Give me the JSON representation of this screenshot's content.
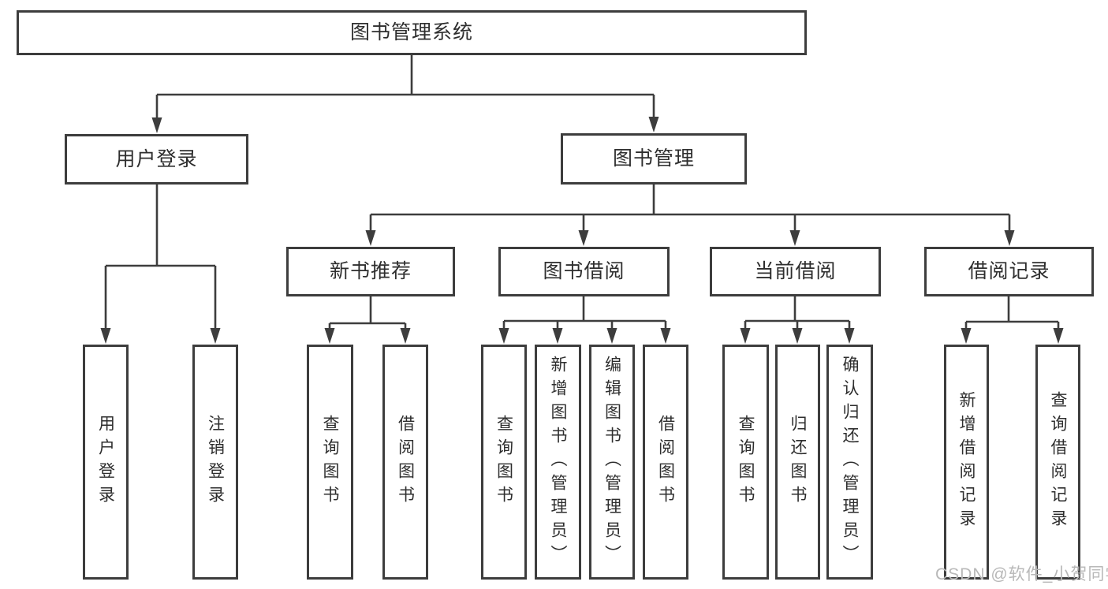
{
  "page": {
    "background": "#ffffff",
    "line_color": "#3d3d3d",
    "text_color": "#2e2e2e"
  },
  "watermark": {
    "text": "CSDN @软件_小贺同学",
    "color": "#b8b8b8"
  },
  "tree": {
    "root": {
      "label": "图书管理系统"
    },
    "level2": [
      {
        "label": "用户登录"
      },
      {
        "label": "图书管理"
      }
    ],
    "level3": [
      {
        "label": "新书推荐"
      },
      {
        "label": "图书借阅"
      },
      {
        "label": "当前借阅"
      },
      {
        "label": "借阅记录"
      }
    ],
    "leaves": {
      "user_login": [
        "用户登录",
        "注销登录"
      ],
      "new_books": [
        "查询图书",
        "借阅图书"
      ],
      "book_borrow": [
        "查询图书",
        "新增图书（管理员）",
        "编辑图书（管理员）",
        "借阅图书"
      ],
      "current_borrow": [
        "查询图书",
        "归还图书",
        "确认归还（管理员）"
      ],
      "borrow_records": [
        "新增借阅记录",
        "查询借阅记录"
      ]
    }
  }
}
